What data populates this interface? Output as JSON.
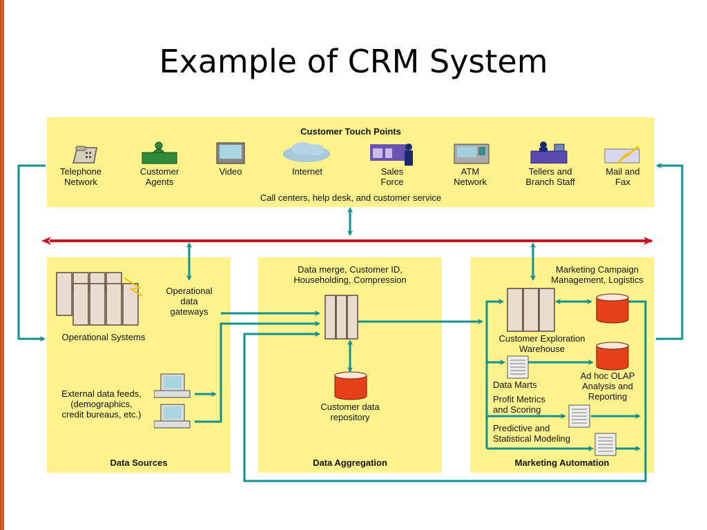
{
  "title": "Example of CRM System",
  "colors": {
    "panel": "#fdf28c",
    "connector": "#0f9090",
    "bus": "#cc1020",
    "database": "#e5401a",
    "edge_bar": "#d85a22"
  },
  "touch_points": {
    "heading": "Customer Touch Points",
    "footer": "Call centers, help desk, and customer service",
    "items": [
      {
        "icon": "telephone-icon",
        "line1": "Telephone",
        "line2": "Network"
      },
      {
        "icon": "customer-agent-icon",
        "line1": "Customer",
        "line2": "Agents"
      },
      {
        "icon": "video-monitor-icon",
        "line1": "Video",
        "line2": ""
      },
      {
        "icon": "cloud-icon",
        "line1": "Internet",
        "line2": ""
      },
      {
        "icon": "sales-force-icon",
        "line1": "Sales",
        "line2": "Force"
      },
      {
        "icon": "atm-icon",
        "line1": "ATM",
        "line2": "Network"
      },
      {
        "icon": "teller-icon",
        "line1": "Tellers and",
        "line2": "Branch Staff"
      },
      {
        "icon": "mail-fax-icon",
        "line1": "Mail and",
        "line2": "Fax"
      }
    ]
  },
  "data_sources": {
    "heading": "Data Sources",
    "operational_systems": "Operational Systems",
    "gateways": [
      "Operational",
      "data",
      "gateways"
    ],
    "external": [
      "External data feeds,",
      "(demographics,",
      "credit bureaus, etc.)"
    ]
  },
  "data_aggregation": {
    "heading": "Data Aggregation",
    "process": [
      "Data merge, Customer ID,",
      "Householding, Compression"
    ],
    "repository": [
      "Customer data",
      "repository"
    ]
  },
  "marketing_automation": {
    "heading": "Marketing Automation",
    "campaign": [
      "Marketing Campaign",
      "Management, Logistics"
    ],
    "warehouse": [
      "Customer Exploration",
      "Warehouse"
    ],
    "data_marts": "Data Marts",
    "olap": [
      "Ad hoc OLAP",
      "Analysis and",
      "Reporting"
    ],
    "profit": [
      "Profit Metrics",
      "and Scoring"
    ],
    "predictive": [
      "Predictive and",
      "Statistical Modeling"
    ]
  }
}
